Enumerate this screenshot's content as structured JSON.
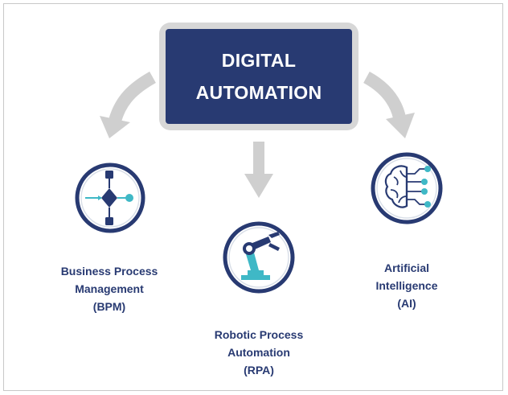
{
  "title": {
    "line1": "DIGITAL",
    "line2": "AUTOMATION"
  },
  "nodes": [
    {
      "line1": "Business Process",
      "line2": "Management",
      "line3": "(BPM)",
      "icon": "process-flow-icon"
    },
    {
      "line1": "Robotic Process",
      "line2": "Automation",
      "line3": "(RPA)",
      "icon": "robotic-arm-icon"
    },
    {
      "line1": "Artificial",
      "line2": "Intelligence",
      "line3": "(AI)",
      "icon": "brain-circuit-icon"
    }
  ],
  "colors": {
    "navy": "#283a72",
    "teal": "#3fb8c6",
    "arrow_gray": "#cfcfcf",
    "box_gray": "#d7d7d7"
  }
}
